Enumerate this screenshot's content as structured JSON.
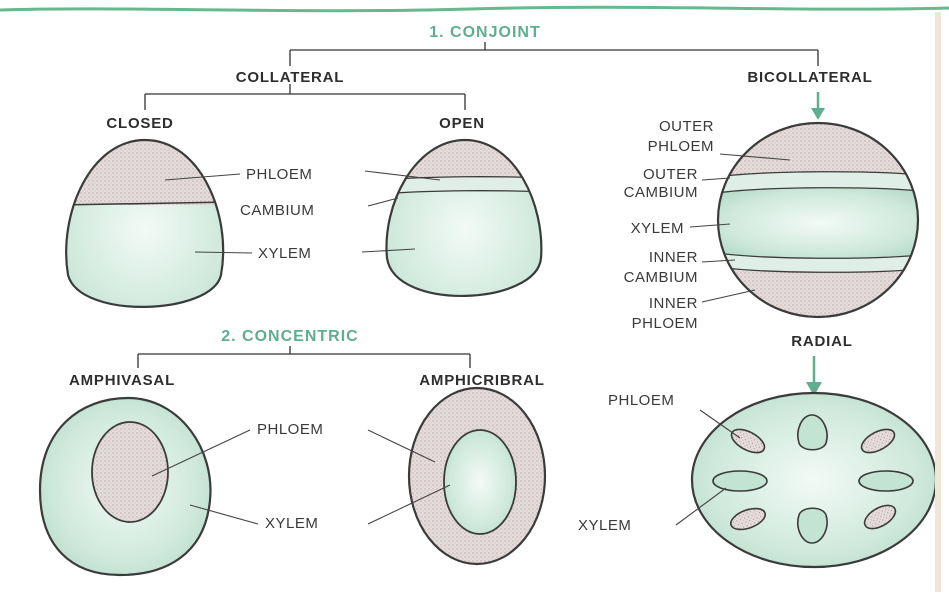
{
  "title": "1. CONJOINT",
  "conjoint": {
    "collateral": "COLLATERAL",
    "bicollateral": "BICOLLATERAL",
    "closed": "CLOSED",
    "open": "OPEN",
    "phloem": "PHLOEM",
    "cambium": "CAMBIUM",
    "xylem": "XYLEM"
  },
  "bicollateral_labels": {
    "outer_phloem_1": "OUTER",
    "outer_phloem_2": "PHLOEM",
    "outer_cambium_1": "OUTER",
    "outer_cambium_2": "CAMBIUM",
    "xylem": "XYLEM",
    "inner_cambium_1": "INNER",
    "inner_cambium_2": "CAMBIUM",
    "inner_phloem_1": "INNER",
    "inner_phloem_2": "PHLOEM"
  },
  "concentric": {
    "title": "2. CONCENTRIC",
    "amphivasal": "AMPHIVASAL",
    "amphicribral": "AMPHICRIBRAL",
    "phloem": "PHLOEM",
    "xylem": "XYLEM"
  },
  "radial": {
    "title": "RADIAL",
    "phloem": "PHLOEM",
    "xylem": "XYLEM"
  },
  "colors": {
    "xylem_fill": "#cfe9dc",
    "phloem_fill": "#e2d8d8",
    "heading_accent": "#5fae8e"
  }
}
